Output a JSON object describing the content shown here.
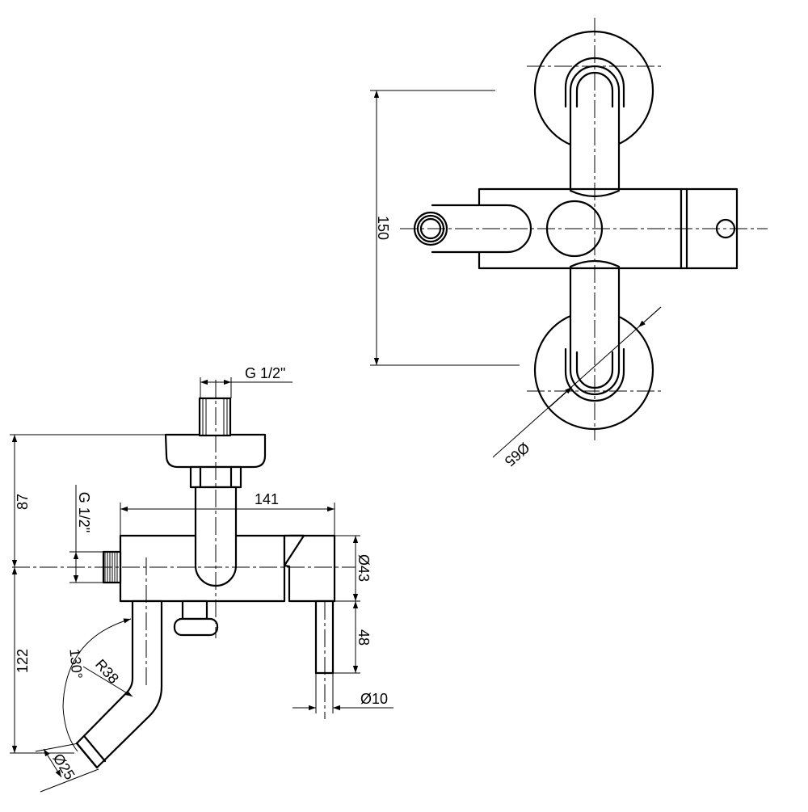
{
  "labels": {
    "top_width": "150",
    "top_rosette_dia": "Ø65",
    "inlet_thread_top": "G 1/2\"",
    "inlet_thread_side": "G 1/2\"",
    "height_upper": "87",
    "height_lower": "122",
    "body_length": "141",
    "body_dia": "Ø43",
    "lever_length": "48",
    "lever_dia": "Ø10",
    "spout_angle": "130°",
    "spout_radius": "R38",
    "spout_dia": "Ø25"
  }
}
